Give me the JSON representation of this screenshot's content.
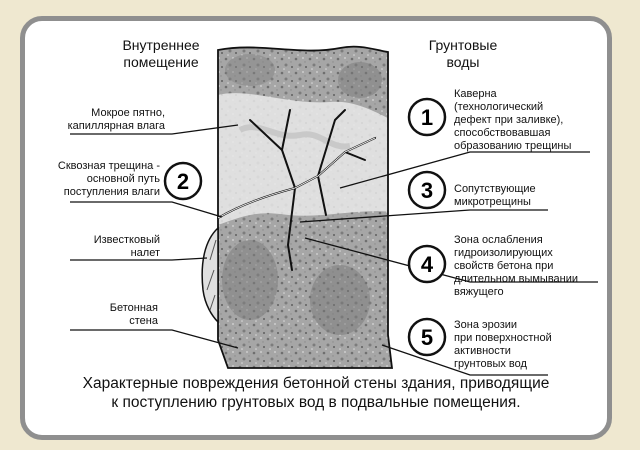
{
  "headers": {
    "inside": [
      "Внутреннее",
      "помещение"
    ],
    "outside": [
      "Грунтовые",
      "воды"
    ]
  },
  "left_labels": {
    "wet_spot": [
      "Мокрое пятно,",
      "капиллярная влага"
    ],
    "crack": [
      "Сквозная трещина -",
      "основной путь",
      "поступления влаги"
    ],
    "lime": [
      "Известковый",
      "налет"
    ],
    "wall": [
      "Бетонная",
      "стена"
    ]
  },
  "right_labels": {
    "cavern": [
      "Каверна",
      "(технологический",
      "дефект при заливке),",
      "способствовавшая",
      "образованию трещины"
    ],
    "microcracks": [
      "Сопутствующие",
      "микротрещины"
    ],
    "weak_zone": [
      "Зона ослабления",
      "гидроизолирующих",
      "свойств бетона при",
      "длительном вымывании",
      "вяжущего"
    ],
    "erosion": [
      "Зона эрозии",
      "при поверхностной",
      "активности",
      "грунтовых вод"
    ]
  },
  "numbers": [
    "1",
    "2",
    "3",
    "4",
    "5"
  ],
  "caption": [
    "Характерные повреждения бетонной стены здания, приводящие",
    "к поступлению грунтовых вод в подвальные помещения."
  ],
  "colors": {
    "background": "#efe8d0",
    "frame": "#8f8f8f",
    "concrete": "#9a9a9a",
    "ink": "#111111"
  }
}
